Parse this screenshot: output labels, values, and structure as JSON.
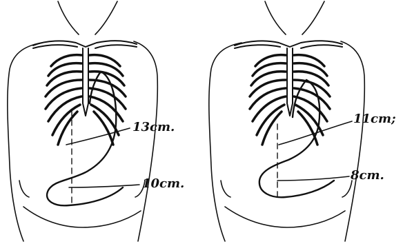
{
  "figures": [
    {
      "id": "left-torso",
      "labels": {
        "upper": "13cm.",
        "lower": "10cm."
      }
    },
    {
      "id": "right-torso",
      "labels": {
        "upper": "11cm;",
        "lower": "8cm."
      }
    }
  ],
  "colors": {
    "ink": "#111111",
    "paper": "#ffffff"
  }
}
